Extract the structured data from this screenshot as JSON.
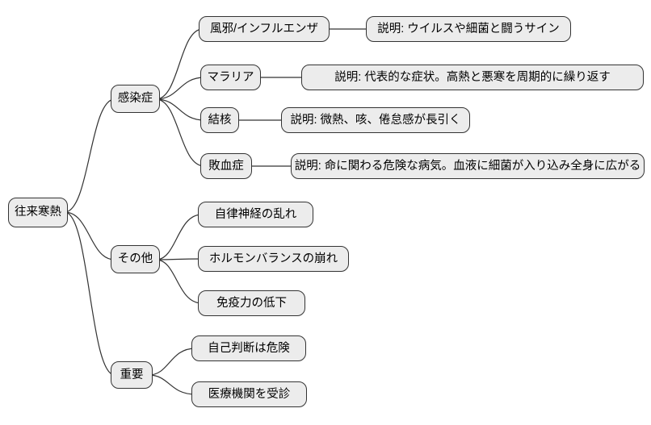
{
  "root": {
    "label": "往来寒熱"
  },
  "branches": [
    {
      "label": "感染症",
      "children": [
        {
          "label": "風邪/インフルエンザ",
          "description": "説明: ウイルスや細菌と闘うサイン"
        },
        {
          "label": "マラリア",
          "description": "説明: 代表的な症状。高熱と悪寒を周期的に繰り返す"
        },
        {
          "label": "結核",
          "description": "説明: 微熱、咳、倦怠感が長引く"
        },
        {
          "label": "敗血症",
          "description": "説明: 命に関わる危険な病気。血液に細菌が入り込み全身に広がる"
        }
      ]
    },
    {
      "label": "その他",
      "children": [
        {
          "label": "自律神経の乱れ"
        },
        {
          "label": "ホルモンバランスの崩れ"
        },
        {
          "label": "免疫力の低下"
        }
      ]
    },
    {
      "label": "重要",
      "children": [
        {
          "label": "自己判断は危険"
        },
        {
          "label": "医療機関を受診"
        }
      ]
    }
  ],
  "colors": {
    "node_fill": "#ececec",
    "node_border": "#333333",
    "edge": "#333333",
    "text": "#000000",
    "background": "#ffffff"
  }
}
